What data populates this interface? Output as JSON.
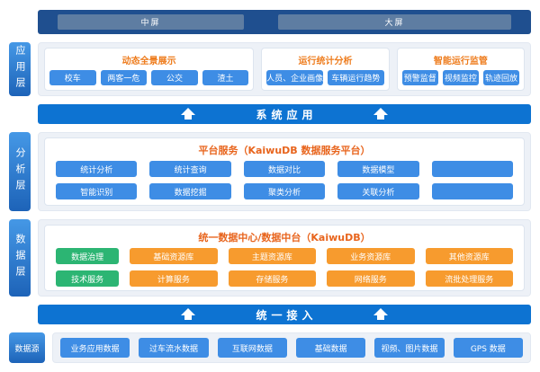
{
  "header": {
    "screens": [
      {
        "label": "中屏"
      },
      {
        "label": "大屏"
      }
    ]
  },
  "application": {
    "rail": "应用层",
    "groups": [
      {
        "title": "动态全景展示",
        "items": [
          "校车",
          "两客一危",
          "公交",
          "渣土"
        ]
      },
      {
        "title": "运行统计分析",
        "items": [
          "人员、企业画像",
          "车辆运行趋势"
        ]
      },
      {
        "title": "智能运行监管",
        "items": [
          "预警监督",
          "视频监控",
          "轨迹回放"
        ]
      }
    ]
  },
  "arrows": [
    {
      "label": "系统应用"
    },
    {
      "label": "统一接入"
    }
  ],
  "analysis": {
    "rail": "分析层",
    "title": "平台服务（KaiwuDB 数据服务平台）",
    "rows": [
      [
        "统计分析",
        "统计查询",
        "数据对比",
        "数据模型",
        ""
      ],
      [
        "智能识别",
        "数据挖掘",
        "聚类分析",
        "关联分析",
        ""
      ]
    ]
  },
  "datalayer": {
    "rail": "数据层",
    "title": "统一数据中心/数据中台（KaiwuDB）",
    "governance": [
      "数据治理",
      "技术服务"
    ],
    "resources": [
      "基础资源库",
      "主题资源库",
      "业务资源库",
      "其他资源库"
    ],
    "services": [
      "计算服务",
      "存储服务",
      "网络服务",
      "流批处理服务"
    ]
  },
  "source": {
    "rail": "数据源",
    "items": [
      "业务应用数据",
      "过车流水数据",
      "互联网数据",
      "基础数据",
      "视频、图片数据",
      "GPS 数据"
    ]
  },
  "colors": {
    "topbar": "#1f4f8f",
    "screen_panel": "#5e7da2",
    "rail_gradient_top": "#4598e6",
    "rail_gradient_bottom": "#1d63b8",
    "band_blue": "#0d73d2",
    "chip_blue": "#3e8de5",
    "chip_green": "#2cb573",
    "chip_orange": "#f79b2e",
    "title_orange": "#ee7c1d",
    "section_bg": "#edf1f7"
  }
}
